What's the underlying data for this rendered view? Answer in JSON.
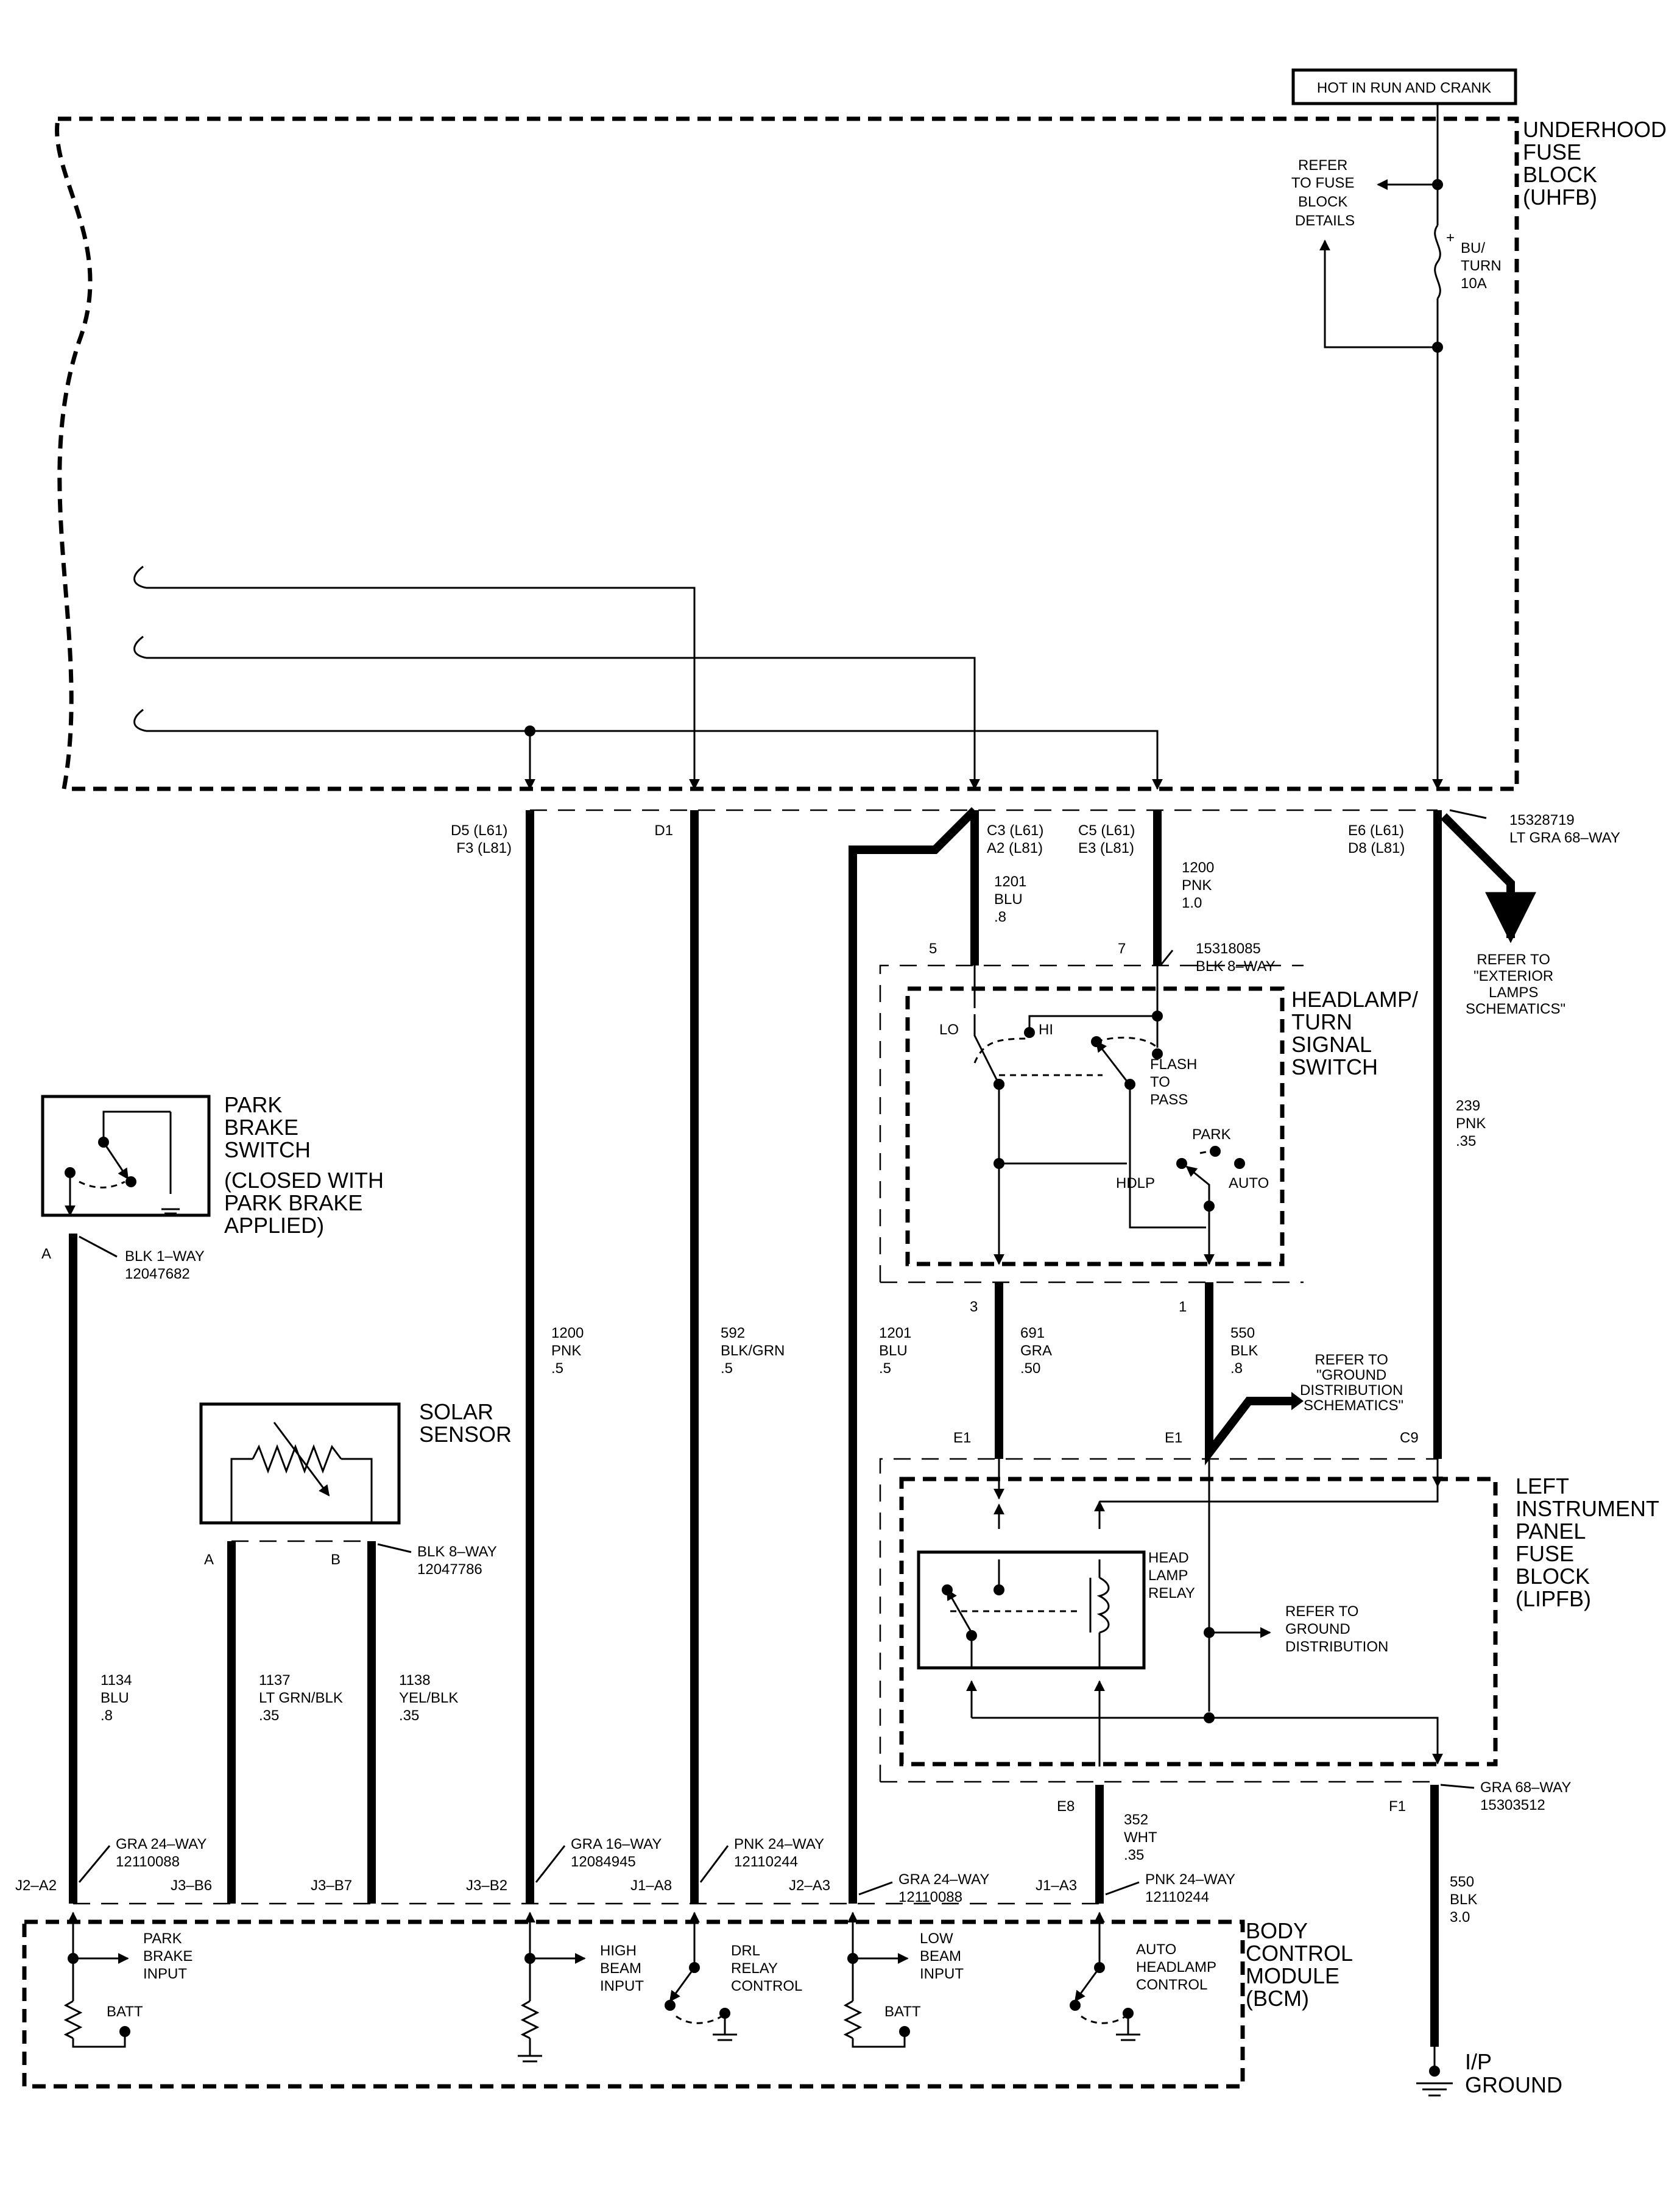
{
  "header": {
    "hot_label": "HOT IN RUN AND CRANK"
  },
  "uhfb": {
    "title": [
      "UNDERHOOD",
      "FUSE",
      "BLOCK",
      "(UHFB)"
    ],
    "refer": [
      "REFER",
      "TO FUSE",
      "BLOCK",
      "DETAILS"
    ],
    "fuse": [
      "BU/",
      "TURN",
      "10A"
    ],
    "connector": [
      "15328719",
      "LT GRA 68–WAY"
    ]
  },
  "pins": {
    "d5": [
      "D5 (L61)",
      "F3 (L81)"
    ],
    "d1": "D1",
    "c3": [
      "C3 (L61)",
      "A2 (L81)"
    ],
    "c5": [
      "C5 (L61)",
      "E3 (L81)"
    ],
    "e6": [
      "E6 (L61)",
      "D8 (L81)"
    ]
  },
  "wires": {
    "w1201_top": [
      "1201",
      "BLU",
      ".8"
    ],
    "w1200_top": [
      "1200",
      "PNK",
      "1.0"
    ],
    "w239": [
      "239",
      "PNK",
      ".35"
    ],
    "w1200": [
      "1200",
      "PNK",
      ".5"
    ],
    "w592": [
      "592",
      "BLK/GRN",
      ".5"
    ],
    "w1201": [
      "1201",
      "BLU",
      ".5"
    ],
    "w691": [
      "691",
      "GRA",
      ".50"
    ],
    "w550_mid": [
      "550",
      "BLK",
      ".8"
    ],
    "w1134": [
      "1134",
      "BLU",
      ".8"
    ],
    "w1137": [
      "1137",
      "LT GRN/BLK",
      ".35"
    ],
    "w1138": [
      "1138",
      "YEL/BLK",
      ".35"
    ],
    "w352": [
      "352",
      "WHT",
      ".35"
    ],
    "w550": [
      "550",
      "BLK",
      "3.0"
    ]
  },
  "headlamp_switch": {
    "title": [
      "HEADLAMP/",
      "TURN",
      "SIGNAL",
      "SWITCH"
    ],
    "connector": [
      "15318085",
      "BLK 8–WAY"
    ],
    "pin5": "5",
    "pin7": "7",
    "pin3": "3",
    "pin1": "1",
    "lo": "LO",
    "hi": "HI",
    "flash": [
      "FLASH",
      "TO",
      "PASS"
    ],
    "park": "PARK",
    "hdlp": "HDLP",
    "auto": "AUTO"
  },
  "refer_exterior": [
    "REFER TO",
    "\"EXTERIOR",
    "LAMPS",
    "SCHEMATICS\""
  ],
  "refer_ground_dist": [
    "REFER TO",
    "\"GROUND",
    "DISTRIBUTION",
    "SCHEMATICS\""
  ],
  "park_brake": {
    "title": [
      "PARK",
      "BRAKE",
      "SWITCH",
      "(CLOSED WITH",
      "PARK BRAKE",
      "APPLIED)"
    ],
    "pin": "A",
    "connector": [
      "BLK 1–WAY",
      "12047682"
    ]
  },
  "solar": {
    "title": [
      "SOLAR",
      "SENSOR"
    ],
    "pin_a": "A",
    "pin_b": "B",
    "connector": [
      "BLK 8–WAY",
      "12047786"
    ]
  },
  "lipfb": {
    "title": [
      "LEFT",
      "INSTRUMENT",
      "PANEL",
      "FUSE",
      "BLOCK",
      "(LIPFB)"
    ],
    "e1a": "E1",
    "e1b": "E1",
    "c9": "C9",
    "e8": "E8",
    "f1": "F1",
    "relay": [
      "HEAD",
      "LAMP",
      "RELAY"
    ],
    "refer": [
      "REFER TO",
      "GROUND",
      "DISTRIBUTION"
    ],
    "connector": [
      "GRA 68–WAY",
      "15303512"
    ]
  },
  "bcm": {
    "title": [
      "BODY",
      "CONTROL",
      "MODULE",
      "(BCM)"
    ],
    "pins": {
      "j2a2": "J2–A2",
      "j3b6": "J3–B6",
      "j3b7": "J3–B7",
      "j3b2": "J3–B2",
      "j1a8": "J1–A8",
      "j2a3": "J2–A3",
      "j1a3": "J1–A3"
    },
    "connectors": {
      "c1": [
        "GRA 24–WAY",
        "12110088"
      ],
      "c2": [
        "GRA 16–WAY",
        "12084945"
      ],
      "c3": [
        "PNK 24–WAY",
        "12110244"
      ],
      "c4": [
        "GRA 24–WAY",
        "12110088"
      ],
      "c5": [
        "PNK 24–WAY",
        "12110244"
      ]
    },
    "park_input": [
      "PARK",
      "BRAKE",
      "INPUT"
    ],
    "batt1": "BATT",
    "high_beam": [
      "HIGH",
      "BEAM",
      "INPUT"
    ],
    "drl": [
      "DRL",
      "RELAY",
      "CONTROL"
    ],
    "low_beam": [
      "LOW",
      "BEAM",
      "INPUT"
    ],
    "batt2": "BATT",
    "auto_hl": [
      "AUTO",
      "HEADLAMP",
      "CONTROL"
    ]
  },
  "ground": [
    "I/P",
    "GROUND"
  ]
}
